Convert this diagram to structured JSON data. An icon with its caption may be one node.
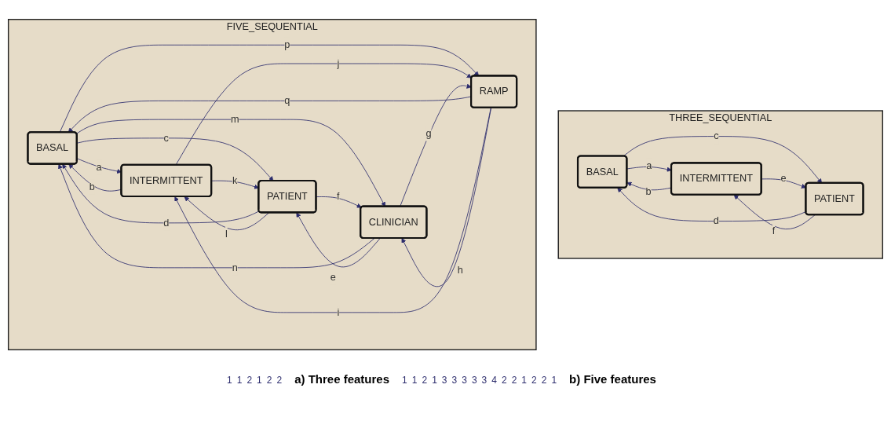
{
  "diagram": {
    "nodes": [
      {
        "text": [
          "THREE_SEQUENTIAL"
        ]
      },
      {
        "text": [
          "BASAL"
        ],
        "in": 0
      },
      {
        "text": [
          "INTERMITTENT"
        ],
        "in": 0
      },
      {
        "text": [
          "PATIENT"
        ],
        "in": 0
      },
      {
        "text": [
          "FIVE_SEQUENTIAL"
        ]
      },
      {
        "text": [
          "BASAL"
        ],
        "in": 4
      },
      {
        "text": [
          "INTERMITTENT"
        ],
        "in": 4
      },
      {
        "text": [
          "PATIENT"
        ],
        "in": 4
      },
      {
        "text": [
          "RAMP"
        ],
        "in": 4
      },
      {
        "text": [
          "CLINICIAN"
        ],
        "in": 4
      }
    ],
    "edges": [
      {
        "from": 1,
        "to": 2,
        "arrow": "to",
        "label": "a"
      },
      {
        "from": 2,
        "to": 1,
        "arrow": "to",
        "label": "b"
      },
      {
        "from": 1,
        "to": 3,
        "arrow": "to",
        "label": "c"
      },
      {
        "from": 3,
        "to": 1,
        "arrow": "to",
        "label": "d"
      },
      {
        "from": 2,
        "to": 3,
        "arrow": "to",
        "label": "e"
      },
      {
        "from": 3,
        "to": 2,
        "arrow": "to",
        "label": "f"
      },
      {
        "from": 5,
        "to": 6,
        "arrow": "to",
        "label": "a"
      },
      {
        "from": 6,
        "to": 5,
        "arrow": "to",
        "label": "b"
      },
      {
        "from": 5,
        "to": 7,
        "arrow": "to",
        "label": "c"
      },
      {
        "from": 7,
        "to": 5,
        "arrow": "to",
        "label": "d"
      },
      {
        "from": 6,
        "to": 7,
        "arrow": "to",
        "label": "k"
      },
      {
        "from": 7,
        "to": 6,
        "arrow": "to",
        "label": "l"
      },
      {
        "from": 8,
        "to": 5,
        "arrow": "to",
        "label": "q"
      },
      {
        "from": 5,
        "to": 8,
        "arrow": "to",
        "label": "p"
      },
      {
        "from": 9,
        "to": 5,
        "arrow": "to",
        "label": "n"
      },
      {
        "from": 5,
        "to": 9,
        "arrow": "to",
        "label": "m"
      },
      {
        "from": 8,
        "to": 6,
        "arrow": "to",
        "label": "i"
      },
      {
        "from": 6,
        "to": 8,
        "arrow": "to",
        "label": "j"
      },
      {
        "from": 9,
        "to": 7,
        "arrow": "to",
        "label": "e"
      },
      {
        "from": 7,
        "to": 9,
        "arrow": "to",
        "label": "f"
      },
      {
        "from": 9,
        "to": 8,
        "arrow": "to",
        "label": "g"
      },
      {
        "from": 8,
        "to": 9,
        "arrow": "to",
        "label": "h"
      }
    ],
    "labels": [
      "1",
      "1",
      "2",
      "1",
      "2",
      "2",
      "a) Three features",
      "1",
      "1",
      "2",
      "1",
      "3",
      "3",
      "3",
      "3",
      "3",
      "4",
      "2",
      "2",
      "1",
      "2",
      "2",
      "1",
      "b) Five features"
    ]
  }
}
